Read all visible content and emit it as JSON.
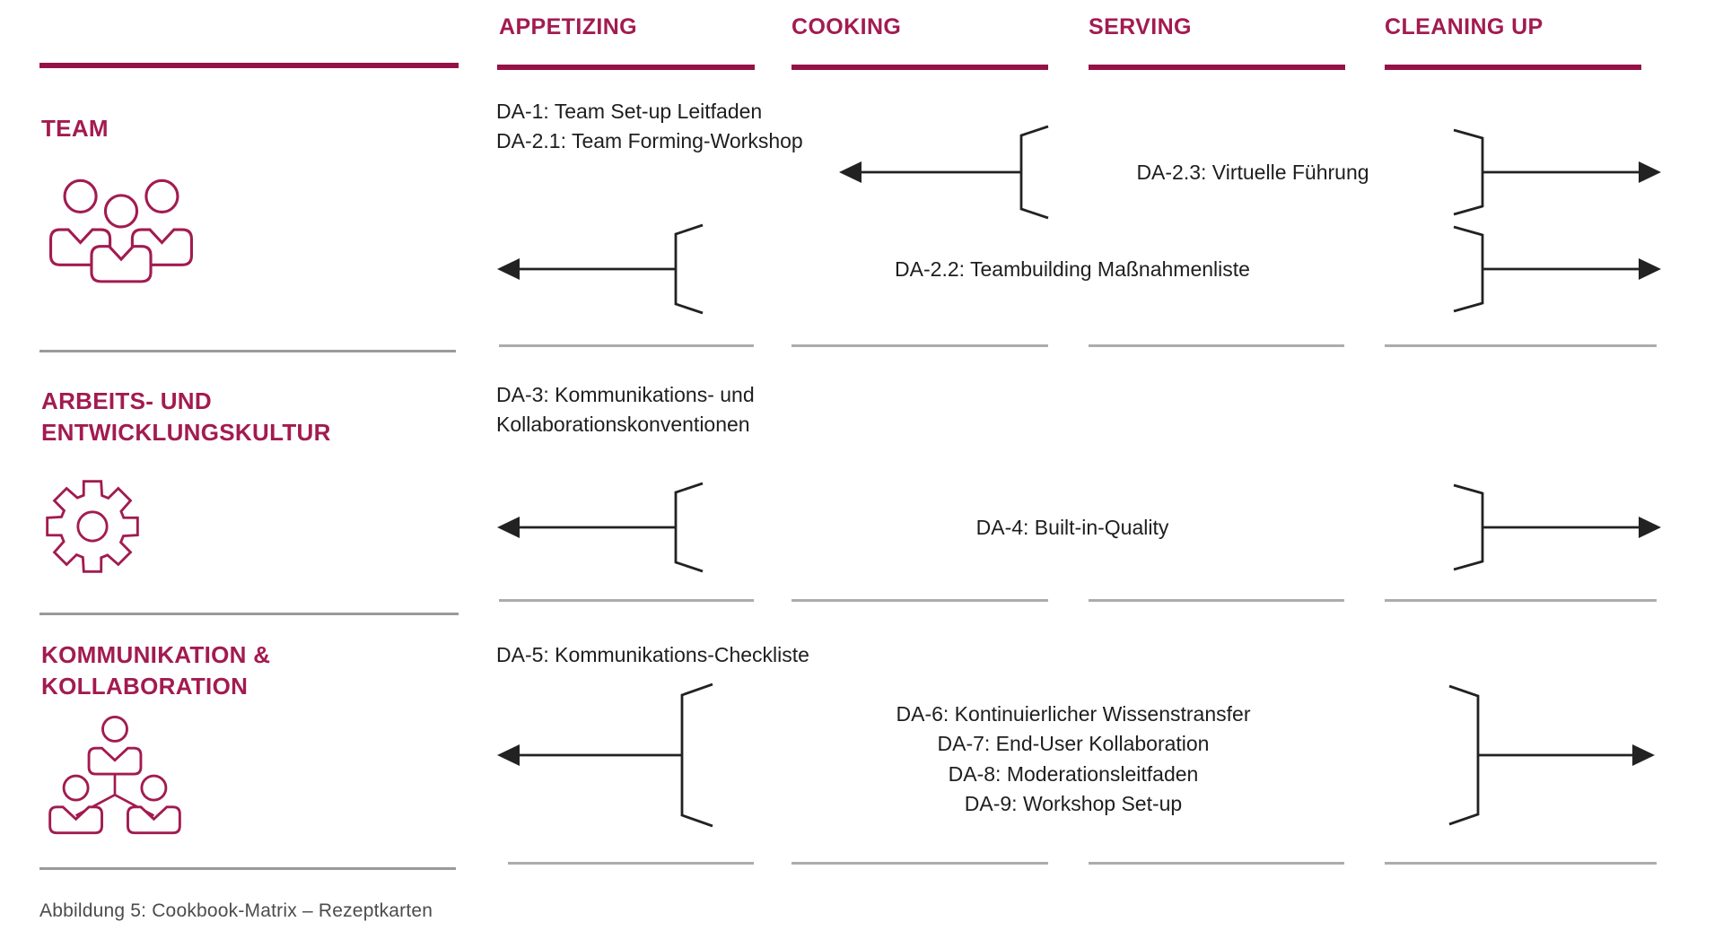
{
  "meta": {
    "caption": "Abbildung 5: Cookbook-Matrix – Rezeptkarten"
  },
  "palette": {
    "accent_text": "#A21B50",
    "accent_bar": "#951247",
    "item_text": "#1E1E1E",
    "arrow_black": "#222222",
    "separator_gray": "#ACACAC",
    "caption_gray": "#4C4C4C"
  },
  "columns": [
    "APPETIZING",
    "COOKING",
    "SERVING",
    "CLEANING UP"
  ],
  "rows": [
    {
      "label_lines": [
        "TEAM"
      ],
      "icon": "team-group-icon",
      "items": [
        "DA-1: Team Set-up Leitfaden",
        "DA-2.1: Team Forming-Workshop"
      ],
      "bands": [
        {
          "text": "DA-2.3: Virtuelle Führung"
        },
        {
          "text": "DA-2.2: Teambuilding Maßnahmenliste"
        }
      ]
    },
    {
      "label_lines": [
        "ARBEITS- UND",
        "ENTWICKLUNGSKULTUR"
      ],
      "icon": "gear-icon",
      "items": [
        "DA-3: Kommunikations- und Kollaborationskonventionen"
      ],
      "bands": [
        {
          "text": "DA-4: Built-in-Quality"
        }
      ]
    },
    {
      "label_lines": [
        "KOMMUNIKATION &",
        "KOLLABORATION"
      ],
      "icon": "org-network-icon",
      "items": [
        "DA-5: Kommunikations-Checkliste"
      ],
      "bands": [
        {
          "lines": [
            "DA-6: Kontinuierlicher Wissenstransfer",
            "DA-7: End-User Kollaboration",
            "DA-8: Moderationsleitfaden",
            "DA-9: Workshop Set-up"
          ]
        }
      ]
    }
  ]
}
